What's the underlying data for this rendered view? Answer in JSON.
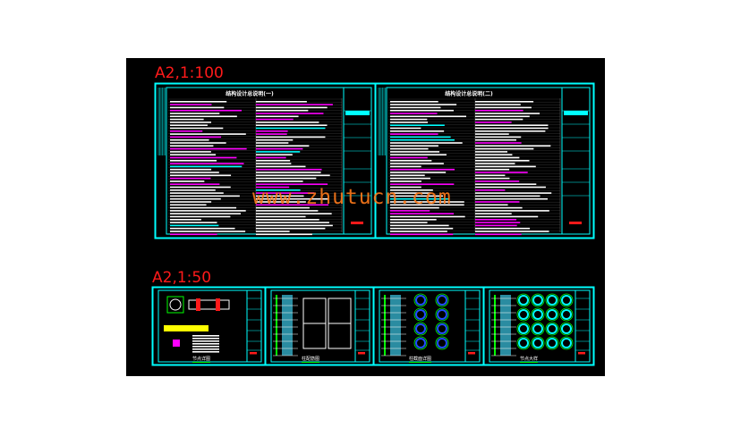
{
  "layouts": [
    {
      "scale_label": "A2,1:100",
      "sheets": [
        {
          "title": "结构设计总说明(一)"
        },
        {
          "title": "结构设计总说明(二)"
        }
      ]
    },
    {
      "scale_label": "A2,1:50",
      "sheets": [
        {
          "title": "节点详图"
        },
        {
          "title": "柱配筋图"
        },
        {
          "title": "柱截面详图"
        },
        {
          "title": "节点大样"
        }
      ]
    }
  ],
  "watermark": "www.zhutucn.com",
  "colors": {
    "frame": "#00ffff",
    "label": "#ff1a1a",
    "highlight": "#ff00ff",
    "text": "#ffffff",
    "watermark": "#ff7a1a",
    "rebar": "#00ff00"
  }
}
